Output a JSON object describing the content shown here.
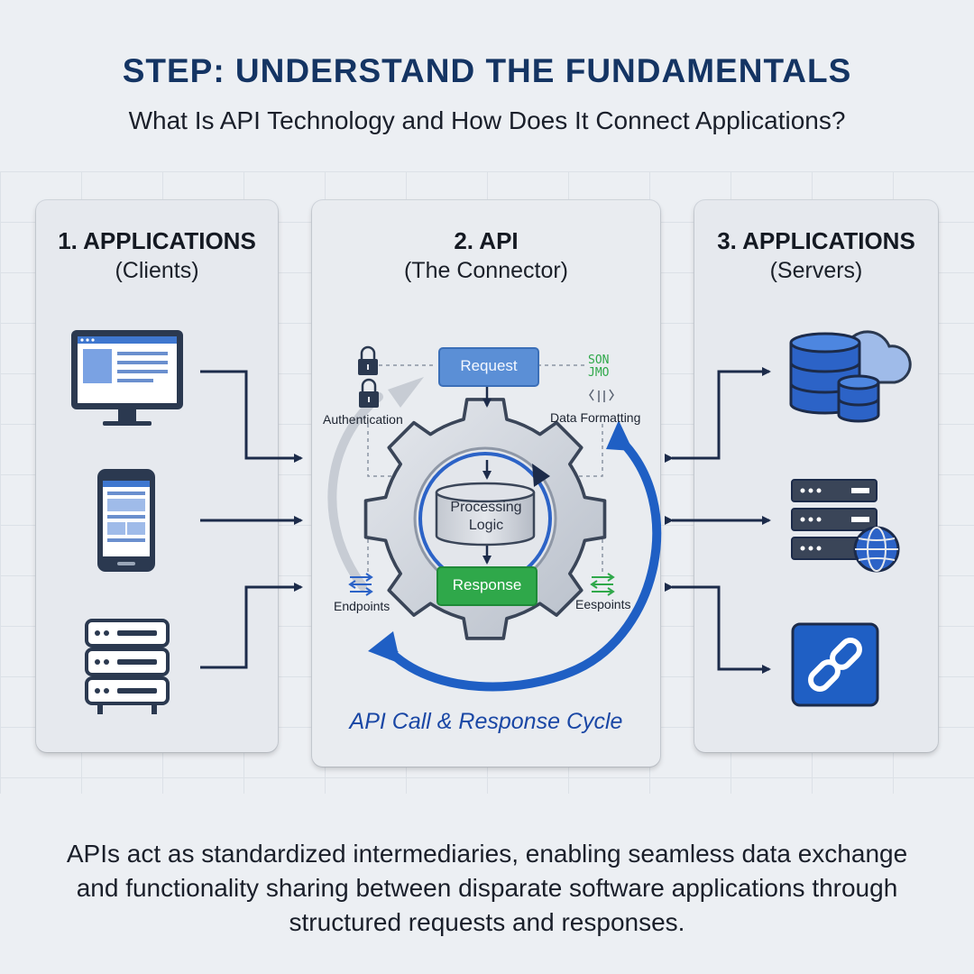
{
  "header": {
    "title": "STEP: UNDERSTAND THE FUNDAMENTALS",
    "subtitle": "What Is API Technology and How Does It Connect Applications?"
  },
  "left_panel": {
    "title": "1. APPLICATIONS",
    "subtitle": "(Clients)",
    "icons": [
      "desktop-monitor-icon",
      "smartphone-icon",
      "server-rack-icon"
    ]
  },
  "middle_panel": {
    "title": "2. API",
    "subtitle": "(The Connector)",
    "request_label": "Request",
    "response_label": "Response",
    "processing_label": "Processing Logic",
    "authentication_label": "Authentication",
    "data_formatting_label": "Data Formatting",
    "json_label_line1": "SON",
    "json_label_line2": "JMO",
    "endpoints_left_label": "Endpoints",
    "endpoints_right_label": "Eespoints",
    "cycle_label": "API Call & Response Cycle",
    "icons": [
      "lock-icon",
      "gear-icon",
      "database-cylinder-icon",
      "cycle-arrow-icon",
      "endpoint-arrows-icon"
    ]
  },
  "right_panel": {
    "title": "3. APPLICATIONS",
    "subtitle": "(Servers)",
    "icons": [
      "database-cloud-icon",
      "server-globe-icon",
      "link-icon"
    ]
  },
  "footer": {
    "text": "APIs act as standardized intermediaries, enabling seamless data exchange and functionality sharing between disparate software applications through structured requests and responses."
  },
  "colors": {
    "title": "#143463",
    "accent_blue": "#1f5fc4",
    "request_blue": "#5b8fd6",
    "response_green": "#2fa84a",
    "cycle_label": "#1a47a5"
  }
}
